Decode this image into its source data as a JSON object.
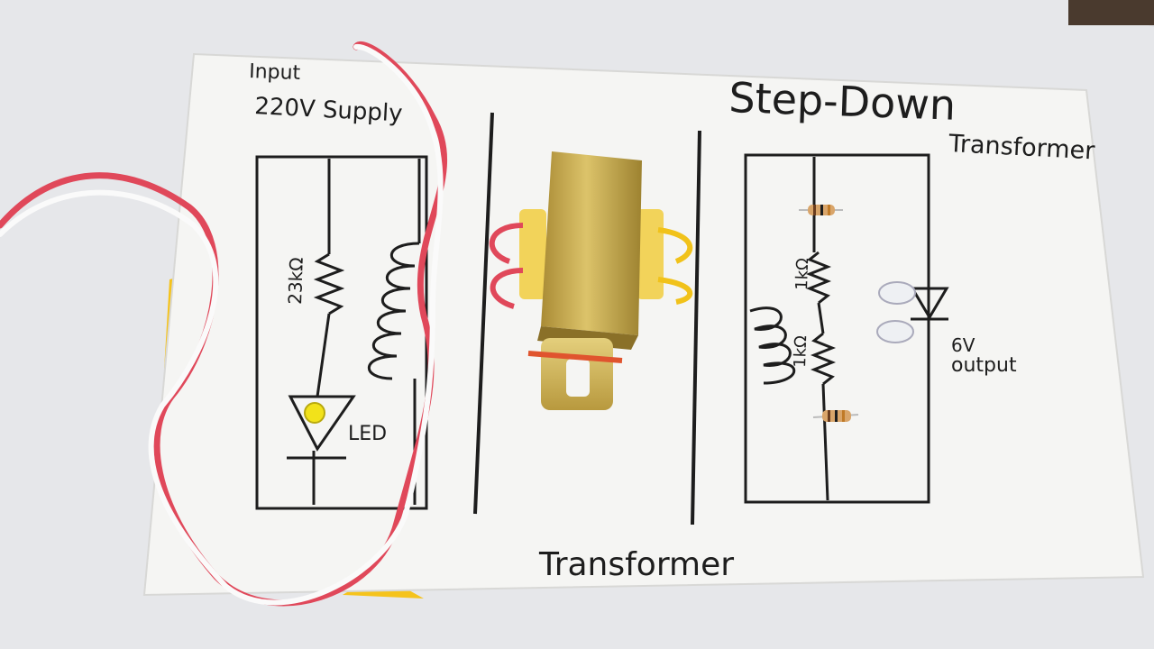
{
  "board": {
    "input_label_line1": "Input",
    "input_label_line2": "220V Supply",
    "title_line1": "Step-Down",
    "title_line2": "Transformer",
    "bottom_label": "Transformer",
    "primary_resistor_label": "23kΩ",
    "led_label": "LED",
    "secondary_resistor_top_label": "1kΩ",
    "secondary_resistor_bottom_label": "1kΩ",
    "output_label_line1": "6V",
    "output_label_line2": "output"
  },
  "colors": {
    "paper": "#f4f4f2",
    "ink": "#1d1d1d",
    "wire_red": "#e0485a",
    "wire_white": "#fafafa",
    "tape_yellow": "#f5c31c",
    "transformer_gold": "#c9a94a",
    "led_yellow": "#f2e21a"
  }
}
